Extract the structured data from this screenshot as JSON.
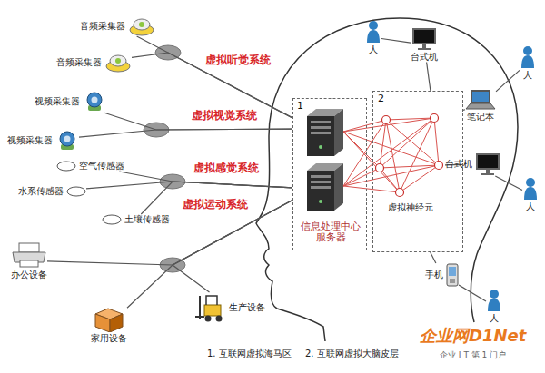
{
  "diagram": {
    "nodes": [
      {
        "text": [
          "音频采集器"
        ]
      },
      {
        "text": [
          "音频采集器"
        ]
      },
      {
        "text": [
          "视频采集器"
        ]
      },
      {
        "text": [
          "视频采集器"
        ]
      },
      {
        "text": [
          "空气传感器"
        ]
      },
      {
        "text": [
          "水系传感器"
        ]
      },
      {
        "text": [
          "土壤传感器"
        ]
      },
      {
        "text": [
          "办公设备"
        ]
      },
      {
        "text": [
          "生产设备"
        ]
      },
      {
        "text": [
          "家用设备"
        ]
      },
      {
        "text": [
          "1",
          "信息处理中心服务器"
        ]
      },
      {
        "text": [
          "2"
        ]
      },
      {
        "text": [
          "虚拟神经元"
        ],
        "in": 11
      },
      {
        "text": [
          "人"
        ]
      },
      {
        "text": [
          "台式机"
        ]
      },
      {
        "text": [
          "人"
        ]
      },
      {
        "text": [
          "笔记本"
        ]
      },
      {
        "text": [
          "台式机"
        ]
      },
      {
        "text": [
          "人"
        ]
      },
      {
        "text": [
          "手机"
        ]
      },
      {
        "text": [
          "人"
        ]
      }
    ],
    "edges": [
      {
        "from": 0,
        "to": 10,
        "arrow": "none"
      },
      {
        "from": 1,
        "to": 10,
        "arrow": "none"
      },
      {
        "from": 2,
        "to": 10,
        "arrow": "none"
      },
      {
        "from": 3,
        "to": 10,
        "arrow": "none"
      },
      {
        "from": 4,
        "to": 10,
        "arrow": "none"
      },
      {
        "from": 5,
        "to": 10,
        "arrow": "none"
      },
      {
        "from": 6,
        "to": 10,
        "arrow": "none"
      },
      {
        "from": 7,
        "to": 10,
        "arrow": "none"
      },
      {
        "from": 8,
        "to": 10,
        "arrow": "none"
      },
      {
        "from": 9,
        "to": 10,
        "arrow": "none"
      },
      {
        "from": 13,
        "to": 14,
        "arrow": "none"
      },
      {
        "from": 14,
        "to": 11,
        "arrow": "none"
      },
      {
        "from": 15,
        "to": 16,
        "arrow": "none"
      },
      {
        "from": 16,
        "to": 11,
        "arrow": "none"
      },
      {
        "from": 17,
        "to": 18,
        "arrow": "none"
      },
      {
        "from": 17,
        "to": 11,
        "arrow": "none"
      },
      {
        "from": 19,
        "to": 20,
        "arrow": "none"
      },
      {
        "from": 19,
        "to": 11,
        "arrow": "none"
      }
    ],
    "labels": [
      "虚拟听觉系统",
      "虚拟视觉系统",
      "虚拟感觉系统",
      "虚拟运动系统",
      "1. 互联网虚拟海马区",
      "2. 互联网虚拟大脑皮层",
      "企业网D1Net",
      "企业 I T 第 1 门户"
    ]
  }
}
